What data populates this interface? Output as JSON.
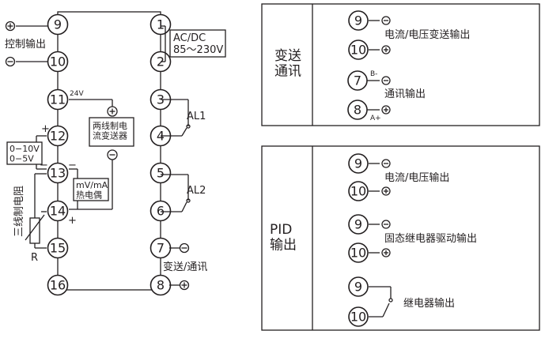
{
  "left_terminals": [
    "9",
    "10",
    "11",
    "12",
    "13",
    "14",
    "15",
    "16"
  ],
  "right_terminals": [
    "1",
    "2",
    "3",
    "4",
    "5",
    "6",
    "7",
    "8"
  ],
  "labels": {
    "control_output": "控制输出",
    "power": "AC/DC\n85～230V",
    "al1": "AL1",
    "al2": "AL2",
    "v24": "24V",
    "transmitter": "两线制电\n流变送器",
    "voltage_input": "0−10V\n0−5V",
    "mv_ma": "mV/mA\n热电偶",
    "rtd": "三线制电阻",
    "r": "R",
    "transmit_comm": "变送/通讯",
    "plus": "+",
    "minus": "−"
  },
  "box_transmit_comm": {
    "title": "变送\n通讯",
    "terms": [
      "9",
      "10",
      "7",
      "8"
    ],
    "current_voltage_output": "电流/电压变送输出",
    "comm_output": "通讯输出",
    "b_minus": "B-",
    "a_plus": "A+"
  },
  "box_pid": {
    "title": "PID\n输出",
    "terms": [
      "9",
      "10",
      "9",
      "10",
      "9",
      "10"
    ],
    "current_voltage_output": "电流/电压输出",
    "ssr_output": "固态继电器驱动输出",
    "relay_output": "继电器输出"
  }
}
